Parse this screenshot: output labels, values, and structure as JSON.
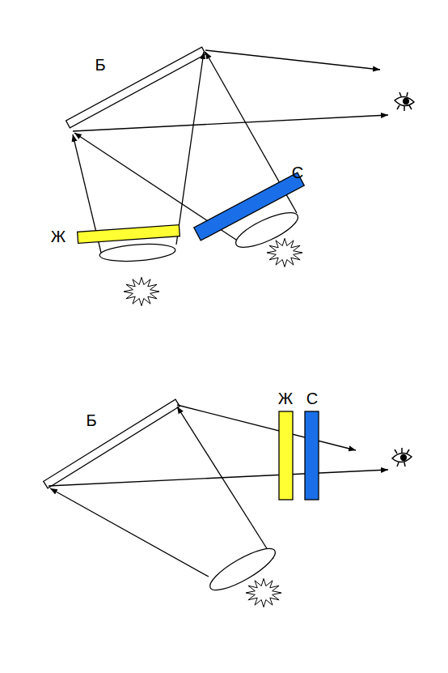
{
  "diagram": {
    "labels": [
      "Б",
      "Ж",
      "С",
      "Б",
      "Ж",
      "С"
    ]
  }
}
